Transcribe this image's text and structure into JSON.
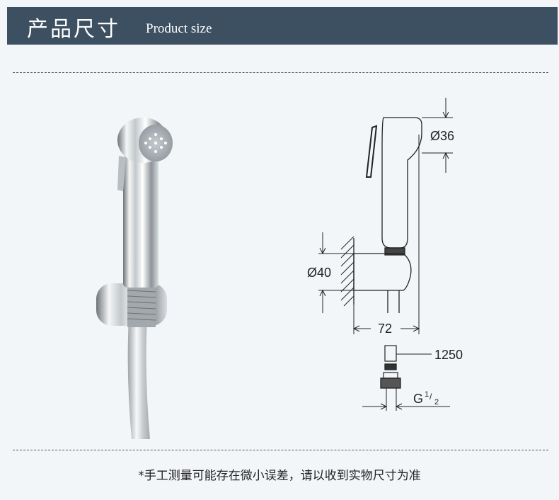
{
  "header": {
    "title_cn": "产品尺寸",
    "title_en": "Product size",
    "bg_color": "#3d5062"
  },
  "dimensions": {
    "head_diameter": "Ø36",
    "holder_diameter": "Ø40",
    "depth": "72",
    "hose_length": "1250",
    "thread": "G",
    "thread_num": "1",
    "thread_den": "2"
  },
  "footer": {
    "note": "*手工测量可能存在微小误差，请以收到实物尺寸为准"
  }
}
